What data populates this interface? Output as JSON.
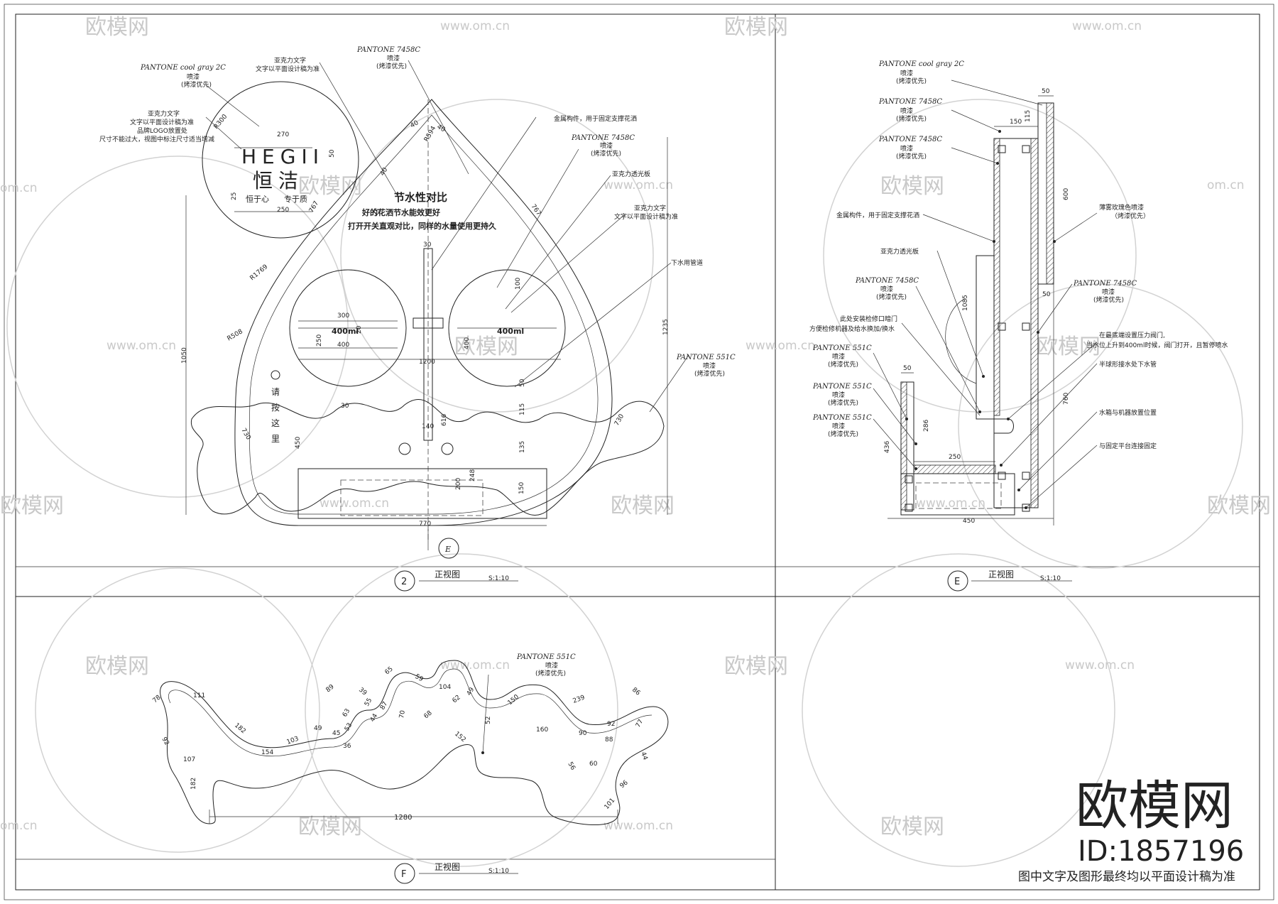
{
  "watermark": {
    "brand": "欧模网",
    "url": "www.om.cn",
    "url_short": "om.cn"
  },
  "stamp": {
    "brand": "欧模网",
    "id": "ID:1857196",
    "footer": "图中文字及图形最终均以平面设计稿为准"
  },
  "view2": {
    "title": "正视图",
    "scale": "S:1:10",
    "number": "2",
    "marker": "E",
    "logo_en": "HEGII",
    "logo_cn": "恒洁",
    "slogan_a": "恒于心",
    "slogan_b": "专于质",
    "headline": "节水性对比",
    "subline": "好的花洒节水能效更好",
    "subline2": "打开开关直观对比，同样的水量使用更持久",
    "cup_left": "400ml",
    "cup_right": "400ml",
    "press": [
      "请",
      "按",
      "这",
      "里"
    ],
    "notes": {
      "gray_code": "PANTONE cool gray 2C",
      "spray": "喷漆",
      "bake": "(烤漆优先)",
      "acrylic_text": "亚克力文字",
      "by_design": "文字以平面设计稿为准",
      "logo_pos": "品牌LOGO放置处",
      "logo_note": "尺寸不能过大，视图中标注尺寸适当增减",
      "acrylic_text2": "亚克力文字",
      "by_design2": "文字以平面设计稿为准",
      "green_code": "PANTONE 7458C",
      "metal": "金属构件，用于固定支撑花洒",
      "green_code2": "PANTONE 7458C",
      "acrylic_panel": "亚克力透光板",
      "acrylic_text3": "亚克力文字",
      "by_design3": "文字以平面设计稿为准",
      "drain": "下水用管道",
      "blue_code": "PANTONE 551C"
    },
    "dims": [
      "R300",
      "270",
      "50",
      "25",
      "250",
      "40",
      "40",
      "R594",
      "40",
      "25",
      "767",
      "767",
      "30",
      "R1769",
      "300",
      "400",
      "250",
      "20",
      "R508",
      "1200",
      "100",
      "400",
      "50",
      "115",
      "135",
      "616",
      "140",
      "30",
      "200",
      "248",
      "150",
      "770",
      "1050",
      "1235",
      "730",
      "730",
      "450"
    ]
  },
  "viewE": {
    "title": "正视图",
    "scale": "S:1:10",
    "number": "E",
    "notes": {
      "gray_code": "PANTONE cool gray 2C",
      "spray": "喷漆",
      "bake": "(烤漆优先)",
      "green_code": "PANTONE 7458C",
      "green_code2": "PANTONE 7458C",
      "metal": "金属构件，用于固定支撑花洒",
      "acrylic_panel": "亚克力透光板",
      "green_code3": "PANTONE 7458C",
      "access_a": "此处安装检修口暗门",
      "access_b": "方便检修机器及给水换加/换水",
      "blue_code": "PANTONE 551C",
      "mist": "薄雾玫瑰色喷漆",
      "mist_bake": "（烤漆优先）",
      "green_code4": "PANTONE 7458C",
      "valve_a": "在最底端设置压力阀门,",
      "valve_b": "当水位上升到400ml时候，阀门打开，且暂停喷水",
      "tray": "半球形接水处下水管",
      "tank": "水箱与机器放置位置",
      "fix": "与固定平台连接固定"
    },
    "dims": [
      "50",
      "115",
      "150",
      "600",
      "50",
      "1085",
      "50",
      "286",
      "436",
      "250",
      "760",
      "450"
    ]
  },
  "viewF": {
    "title": "正视图",
    "scale": "S:1:10",
    "number": "F",
    "blue_code": "PANTONE 551C",
    "spray": "喷漆",
    "bake": "(烤漆优先)",
    "dims": [
      "78",
      "111",
      "92",
      "182",
      "107",
      "182",
      "154",
      "103",
      "49",
      "45",
      "36",
      "89",
      "63",
      "53",
      "39",
      "55",
      "44",
      "65",
      "59",
      "87",
      "70",
      "68",
      "104",
      "62",
      "152",
      "49",
      "52",
      "150",
      "160",
      "239",
      "86",
      "90",
      "92",
      "77",
      "56",
      "60",
      "88",
      "96",
      "44",
      "101",
      "1280"
    ]
  }
}
